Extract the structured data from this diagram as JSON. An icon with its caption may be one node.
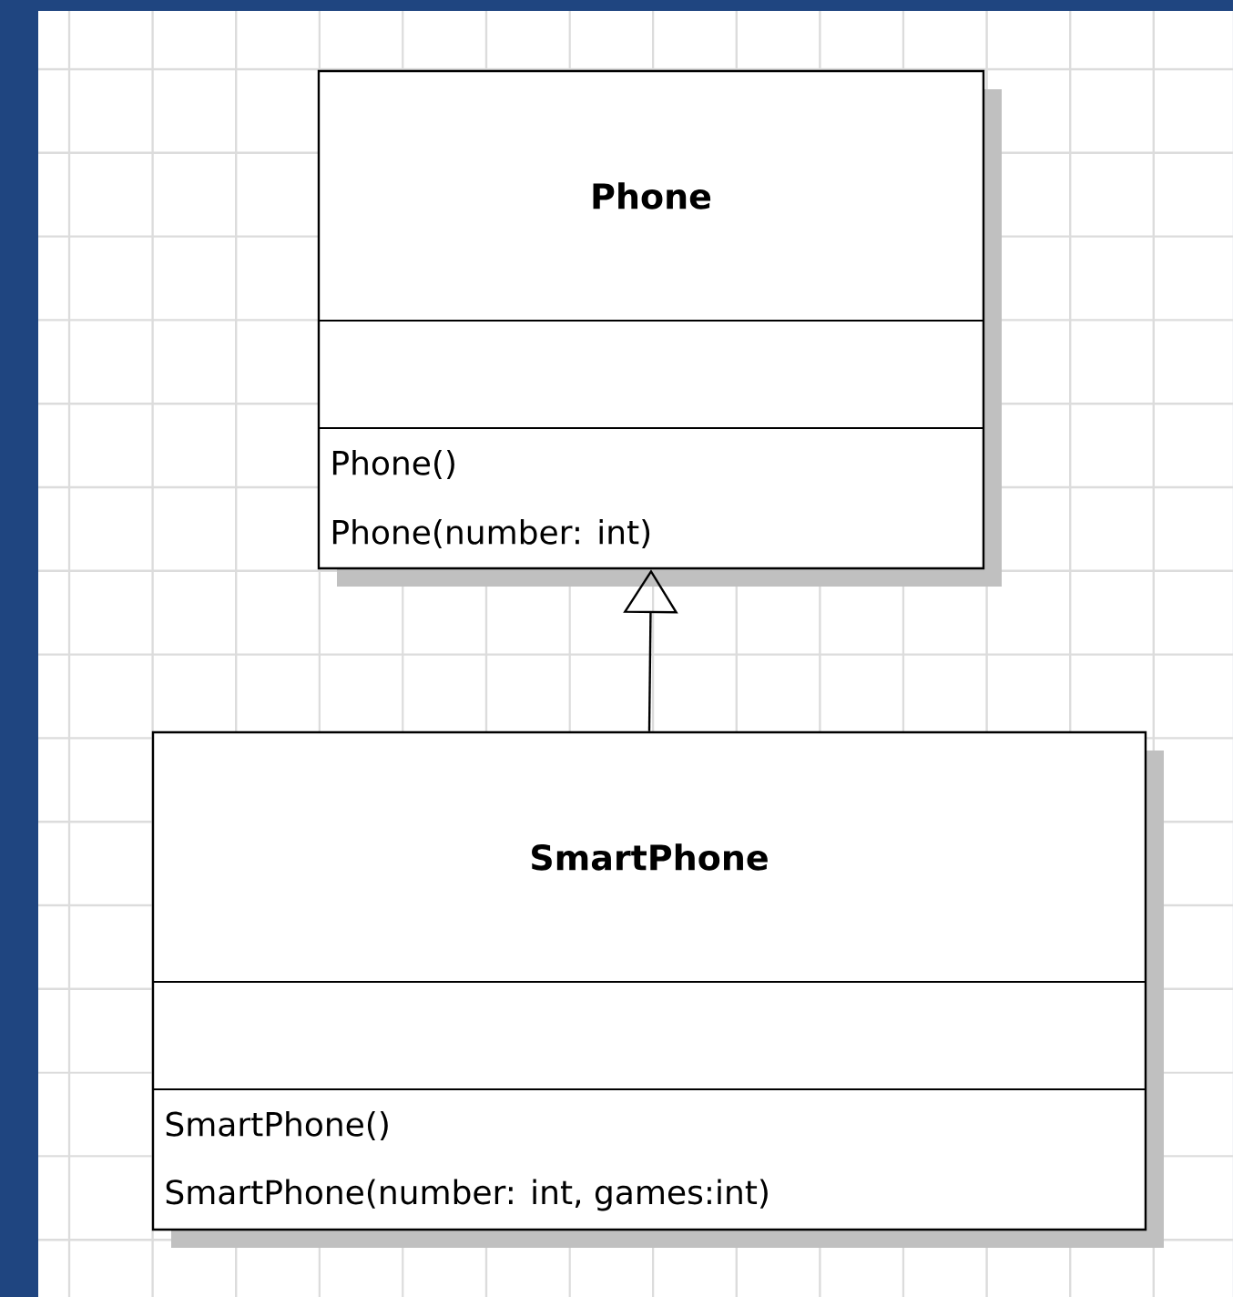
{
  "diagram": {
    "nodes": [
      {
        "text": [
          "Phone",
          "Phone()",
          "Phone(number: int)"
        ]
      },
      {
        "text": [
          "SmartPhone",
          "SmartPhone()",
          "SmartPhone(number: int, games:int)"
        ]
      }
    ],
    "edges": [
      {
        "from": 1,
        "to": 0,
        "arrow": "to"
      }
    ]
  }
}
